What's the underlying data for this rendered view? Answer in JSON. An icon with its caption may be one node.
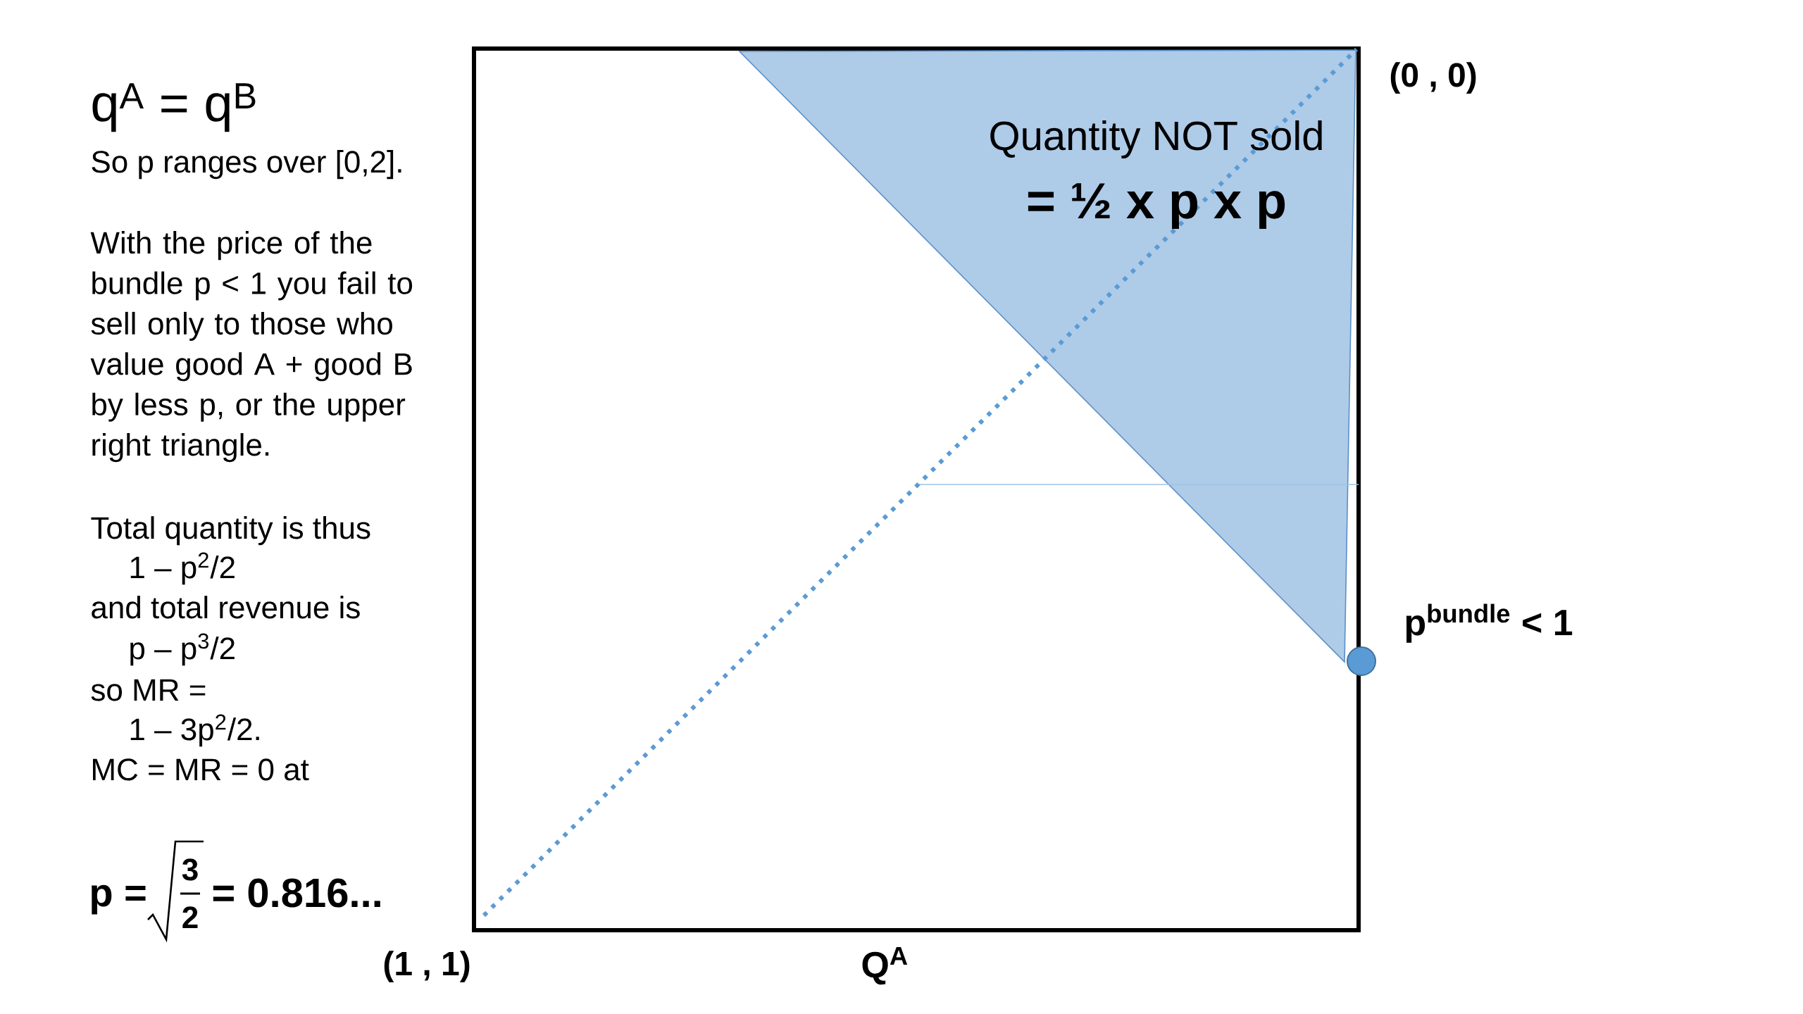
{
  "diagram": {
    "nodes": [
      {
        "text": [
          "Quantity NOT sold",
          "= ½ x p x p"
        ]
      }
    ],
    "labels": [
      "q$^{A}$ = q$^{B}$",
      "So p ranges over [0,2].",
      "With the price of the bundle p < 1 you fail to sell only to those who value good A + good B by less p, or the upper right triangle.",
      "Total quantity is thus",
      "1 – p$^{2}$/2",
      "and total revenue is",
      "p – p$^{3}$/2",
      "so MR =",
      "1 – 3p$^{2}$/2.",
      "MC = MR = 0 at",
      "p =",
      "3",
      "2",
      "= 0.816...",
      "(0 , 0)",
      "p$^{bundle}$ < 1",
      "(1 , 1)",
      "Q$^{A}$"
    ]
  }
}
